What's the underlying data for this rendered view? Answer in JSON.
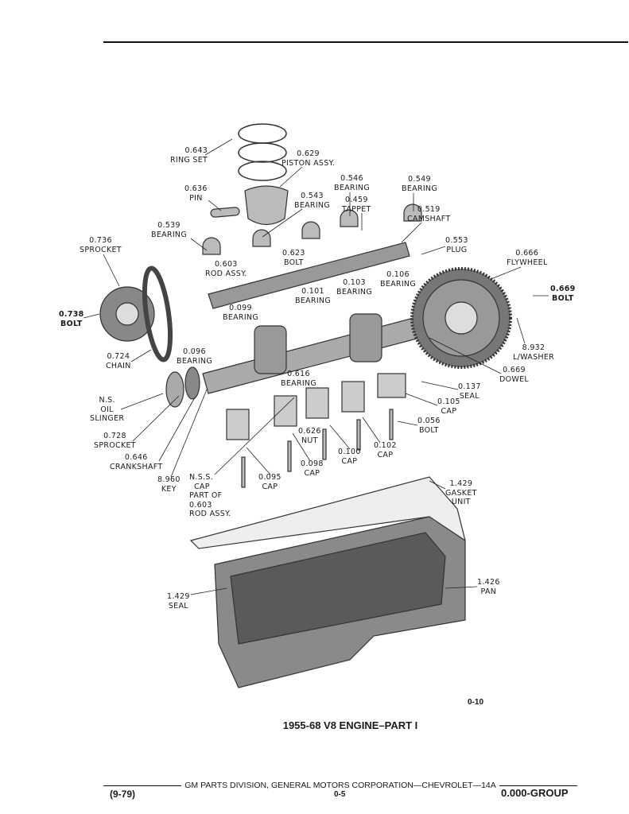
{
  "labels": {
    "ring_set": {
      "num": "0.643",
      "name": "RING SET"
    },
    "piston_assy": {
      "num": "0.629",
      "name": "PISTON ASSY."
    },
    "pin": {
      "num": "0.636",
      "name": "PIN"
    },
    "bearing_546": {
      "num": "0.546",
      "name": "BEARING"
    },
    "bearing_549": {
      "num": "0.549",
      "name": "BEARING"
    },
    "bearing_543": {
      "num": "0.543",
      "name": "BEARING"
    },
    "tappet": {
      "num": "0.459",
      "name": "TAPPET"
    },
    "camshaft": {
      "num": "0.519",
      "name": "CAMSHAFT"
    },
    "bearing_539": {
      "num": "0.539",
      "name": "BEARING"
    },
    "sprocket_736": {
      "num": "0.736",
      "name": "SPROCKET"
    },
    "plug": {
      "num": "0.553",
      "name": "PLUG"
    },
    "flywheel": {
      "num": "0.666",
      "name": "FLYWHEEL"
    },
    "bolt_623": {
      "num": "0.623",
      "name": "BOLT"
    },
    "rod_assy": {
      "num": "0.603",
      "name": "ROD ASSY."
    },
    "bearing_106": {
      "num": "0.106",
      "name": "BEARING"
    },
    "bearing_103": {
      "num": "0.103",
      "name": "BEARING"
    },
    "bearing_101": {
      "num": "0.101",
      "name": "BEARING"
    },
    "bolt_669": {
      "num": "0.669",
      "name": "BOLT"
    },
    "bolt_738": {
      "num": "0.738",
      "name": "BOLT"
    },
    "bearing_099": {
      "num": "0.099",
      "name": "BEARING"
    },
    "bearing_096": {
      "num": "0.096",
      "name": "BEARING"
    },
    "chain": {
      "num": "0.724",
      "name": "CHAIN"
    },
    "lwasher": {
      "num": "8.932",
      "name": "L/WASHER"
    },
    "dowel": {
      "num": "0.669",
      "name": "DOWEL"
    },
    "bearing_616": {
      "num": "0.616",
      "name": "BEARING"
    },
    "seal_137": {
      "num": "0.137",
      "name": "SEAL"
    },
    "oil_slinger": {
      "num": "N.S.",
      "name1": "OIL",
      "name2": "SLINGER"
    },
    "cap_105": {
      "num": "0.105",
      "name": "CAP"
    },
    "bolt_056": {
      "num": "0.056",
      "name": "BOLT"
    },
    "sprocket_728": {
      "num": "0.728",
      "name": "SPROCKET"
    },
    "nut": {
      "num": "0.626",
      "name": "NUT"
    },
    "cap_102": {
      "num": "0.102",
      "name": "CAP"
    },
    "crankshaft": {
      "num": "0.646",
      "name": "CRANKSHAFT"
    },
    "cap_100": {
      "num": "0.100",
      "name": "CAP"
    },
    "cap_098": {
      "num": "0.098",
      "name": "CAP"
    },
    "key": {
      "num": "8.960",
      "name": "KEY"
    },
    "nss_cap": {
      "l1": "N.S.S.",
      "l2": "CAP",
      "l3": "PART OF",
      "l4": "0.603",
      "l5": "ROD ASSY."
    },
    "cap_095": {
      "num": "0.095",
      "name": "CAP"
    },
    "gasket_unit": {
      "num": "1.429",
      "name1": "GASKET",
      "name2": "UNIT"
    },
    "pan": {
      "num": "1.426",
      "name": "PAN"
    },
    "seal_1429": {
      "num": "1.429",
      "name": "SEAL"
    }
  },
  "figure_number": "0-10",
  "title": "1955-68 V8 ENGINE–PART I",
  "footer": {
    "publisher": "GM PARTS DIVISION, GENERAL MOTORS CORPORATION—CHEVROLET—14A",
    "date": "(9-79)",
    "page": "0-5",
    "group": "0.000-GROUP"
  }
}
